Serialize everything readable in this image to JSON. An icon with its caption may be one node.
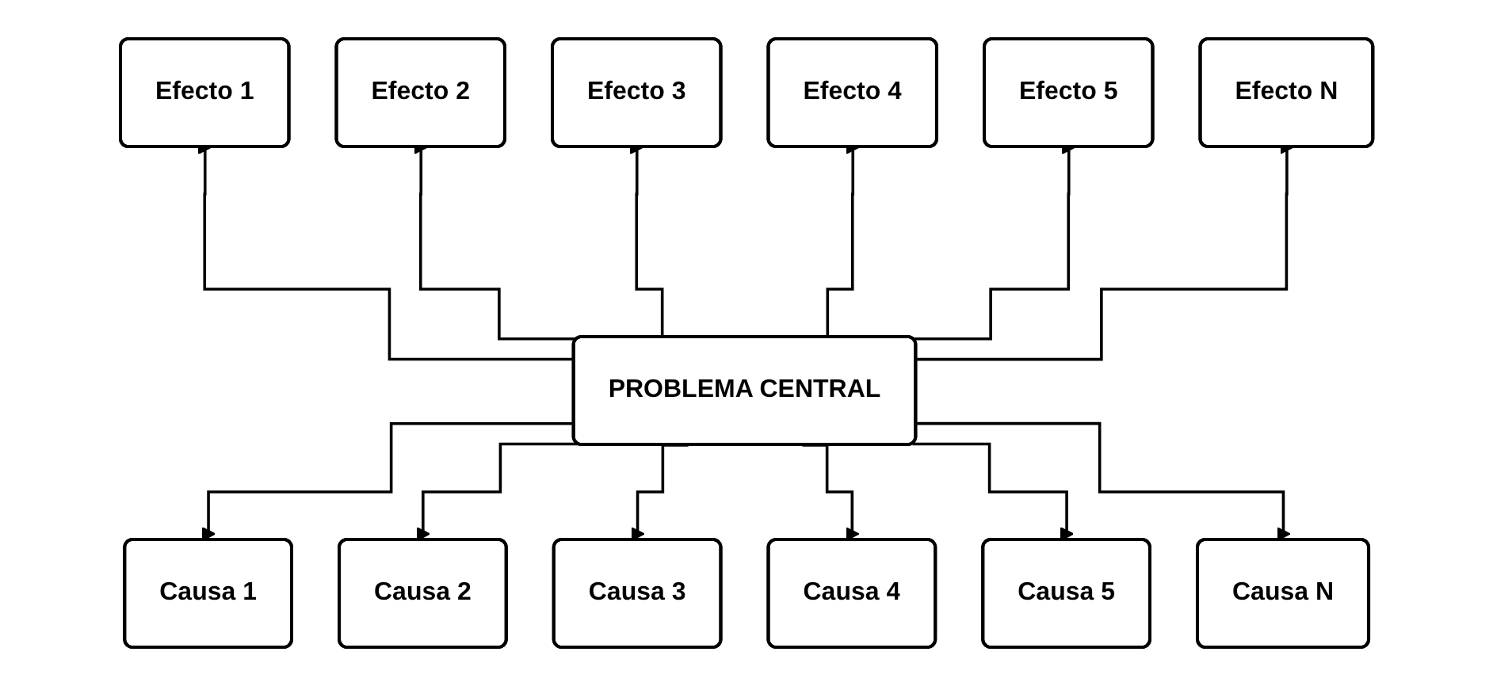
{
  "diagram": {
    "nodes": [
      {
        "text": [
          "Efecto 1"
        ]
      },
      {
        "text": [
          "Efecto 2"
        ]
      },
      {
        "text": [
          "Efecto 3"
        ]
      },
      {
        "text": [
          "Efecto 4"
        ]
      },
      {
        "text": [
          "Efecto 5"
        ]
      },
      {
        "text": [
          "Efecto N"
        ]
      },
      {
        "text": [
          "PROBLEMA CENTRAL"
        ]
      },
      {
        "text": [
          "Causa 1"
        ]
      },
      {
        "text": [
          "Causa 2"
        ]
      },
      {
        "text": [
          "Causa 3"
        ]
      },
      {
        "text": [
          "Causa 4"
        ]
      },
      {
        "text": [
          "Causa 5"
        ]
      },
      {
        "text": [
          "Causa N"
        ]
      }
    ],
    "edges": [
      {
        "from": 6,
        "to": 0,
        "arrow": "to"
      },
      {
        "from": 6,
        "to": 1,
        "arrow": "to"
      },
      {
        "from": 6,
        "to": 2,
        "arrow": "to"
      },
      {
        "from": 6,
        "to": 3,
        "arrow": "to"
      },
      {
        "from": 6,
        "to": 4,
        "arrow": "to"
      },
      {
        "from": 6,
        "to": 5,
        "arrow": "to"
      },
      {
        "from": 6,
        "to": 7,
        "arrow": "to"
      },
      {
        "from": 6,
        "to": 8,
        "arrow": "to"
      },
      {
        "from": 6,
        "to": 9,
        "arrow": "to"
      },
      {
        "from": 6,
        "to": 10,
        "arrow": "to"
      },
      {
        "from": 6,
        "to": 11,
        "arrow": "to"
      },
      {
        "from": 6,
        "to": 12,
        "arrow": "to"
      }
    ]
  }
}
